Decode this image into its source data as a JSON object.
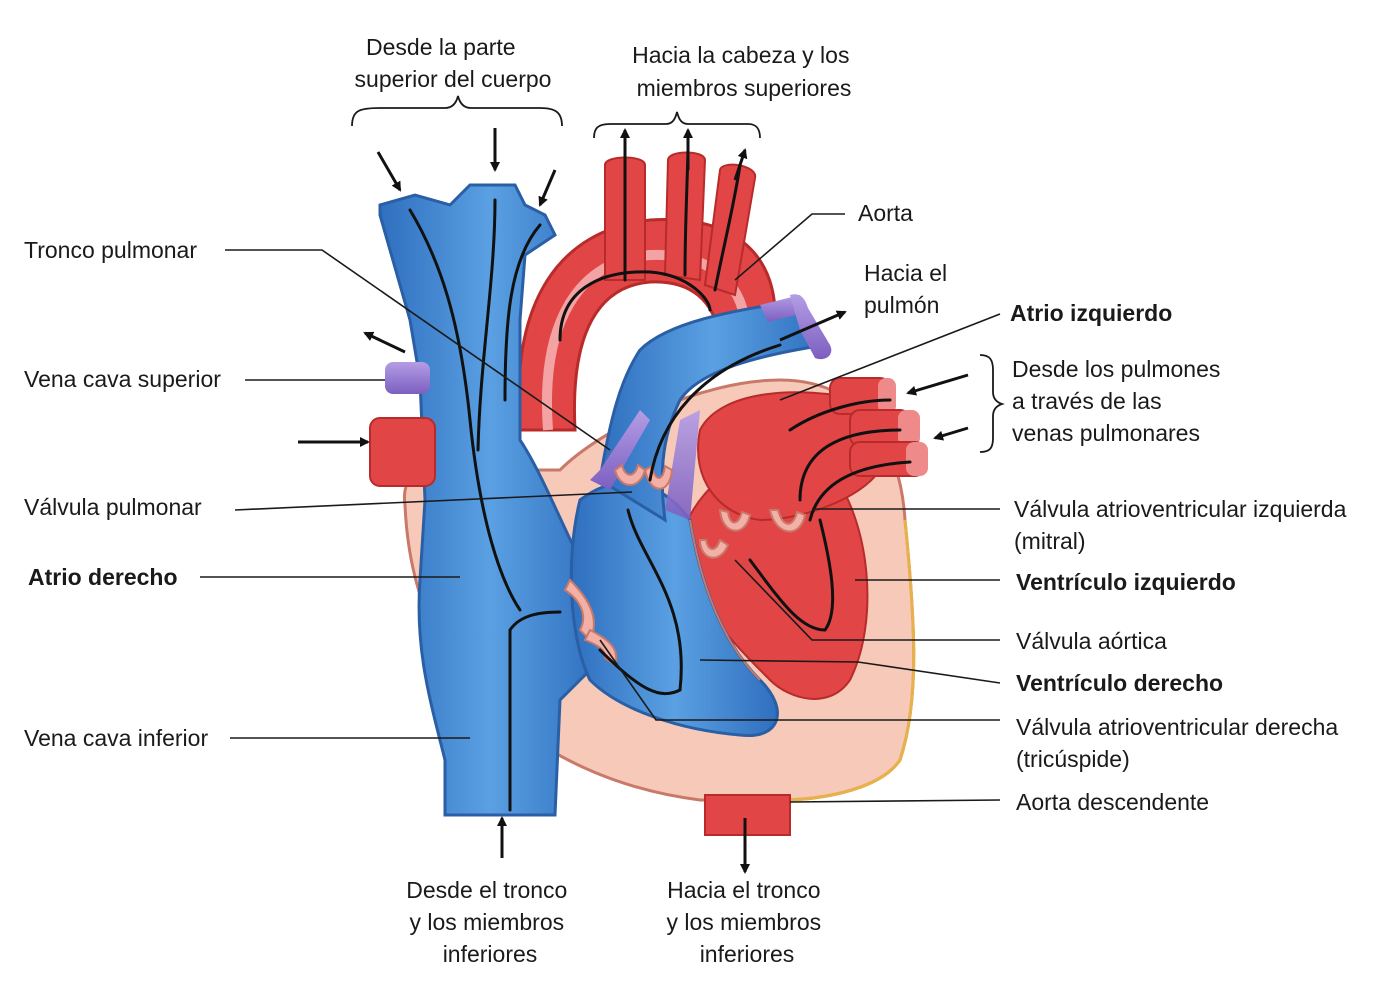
{
  "colors": {
    "deoxygenated": "#3d86cf",
    "deoxygenated_dark": "#2a5fa6",
    "oxygenated": "#e14545",
    "oxygenated_dark": "#b82b2b",
    "pulmonary_vessel": "#9a7fd0",
    "myocardium": "#f6c9b8",
    "valve": "#f3b0a6"
  },
  "labels": {
    "desde_superior": [
      "Desde la parte",
      "superior del cuerpo"
    ],
    "hacia_cabeza": [
      "Hacia la cabeza y los",
      "miembros superiores"
    ],
    "aorta": "Aorta",
    "hacia_pulmon": [
      "Hacia el",
      "pulmón"
    ],
    "tronco_pulmonar": "Tronco pulmonar",
    "atrio_izquierdo": "Atrio izquierdo",
    "vena_cava_superior": "Vena cava superior",
    "desde_pulmones": [
      "Desde los pulmones",
      "a través de las",
      "venas pulmonares"
    ],
    "valvula_pulmonar": "Válvula pulmonar",
    "valvula_av_izquierda": [
      "Válvula atrioventricular izquierda",
      "(mitral)"
    ],
    "atrio_derecho": "Atrio derecho",
    "ventriculo_izquierdo": "Ventrículo izquierdo",
    "valvula_aortica": "Válvula aórtica",
    "ventriculo_derecho": "Ventrículo derecho",
    "vena_cava_inferior": "Vena cava inferior",
    "valvula_av_derecha": [
      "Válvula atrioventricular derecha",
      "(tricúspide)"
    ],
    "aorta_descendente": "Aorta descendente",
    "desde_tronco": [
      "Desde el tronco",
      "y los miembros",
      "inferiores"
    ],
    "hacia_tronco": [
      "Hacia el tronco",
      "y los miembros",
      "inferiores"
    ]
  }
}
